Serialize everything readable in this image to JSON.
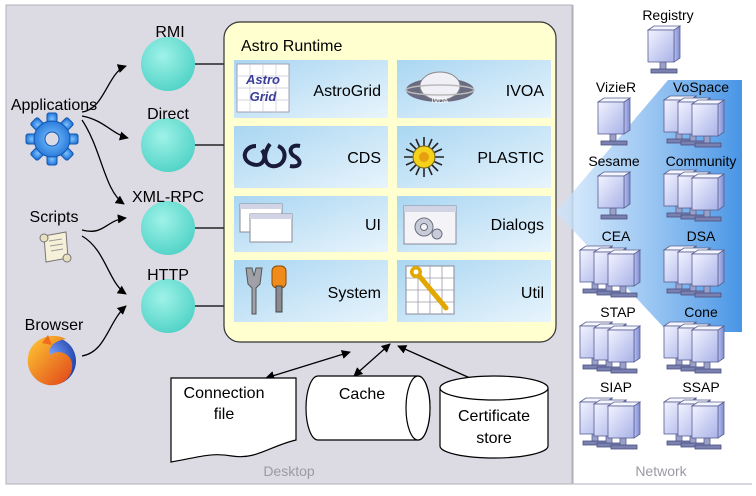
{
  "regions": {
    "desktop": "Desktop",
    "network": "Network"
  },
  "clients": [
    {
      "label": "Applications",
      "icon": "gear-icon"
    },
    {
      "label": "Scripts",
      "icon": "scroll-icon"
    },
    {
      "label": "Browser",
      "icon": "firefox-icon"
    }
  ],
  "protocols": [
    "RMI",
    "Direct",
    "XML-RPC",
    "HTTP"
  ],
  "runtime": {
    "title": "Astro Runtime",
    "modules": [
      {
        "label": "AstroGrid",
        "icon": "astrogrid-logo"
      },
      {
        "label": "IVOA",
        "icon": "ivoa-logo"
      },
      {
        "label": "CDS",
        "icon": "cds-logo"
      },
      {
        "label": "PLASTIC",
        "icon": "plastic-logo"
      },
      {
        "label": "UI",
        "icon": "window-icon"
      },
      {
        "label": "Dialogs",
        "icon": "dialog-icon"
      },
      {
        "label": "System",
        "icon": "tools-icon"
      },
      {
        "label": "Util",
        "icon": "wrench-icon"
      }
    ]
  },
  "storage": {
    "connection_file": [
      "Connection",
      "file"
    ],
    "cache": "Cache",
    "certificate_store": [
      "Certificate",
      "store"
    ]
  },
  "network_services": [
    "Registry",
    "VizieR",
    "VoSpace",
    "Sesame",
    "Community",
    "CEA",
    "DSA",
    "STAP",
    "Cone",
    "SIAP",
    "SSAP"
  ],
  "colors": {
    "desktop_bg": "#dcdbe4",
    "runtime_bg": "#ffffd0",
    "module_bg": "#bfe0f4",
    "protocol_ball": "#6fe2d6",
    "server_light": "#e8ecff",
    "server_dark": "#9ea8e0",
    "beam": "#5aa8ee"
  }
}
